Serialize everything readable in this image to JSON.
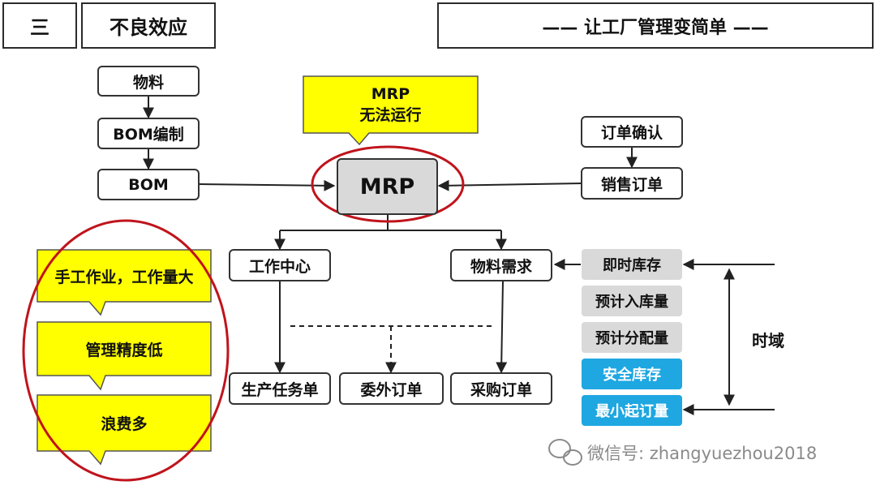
{
  "header": {
    "section_number": "三",
    "section_title": "不良效应",
    "slogan": "—— 让工厂管理变简单 ——"
  },
  "left_flow": [
    "物料",
    "BOM编制",
    "BOM"
  ],
  "callout": {
    "line1": "MRP",
    "line2": "无法运行"
  },
  "center": {
    "mrp": "MRP"
  },
  "right_flow": [
    "订单确认",
    "销售订单"
  ],
  "outputs": {
    "work_center": "工作中心",
    "material_demand": "物料需求",
    "production_order": "生产任务单",
    "outsourcing_order": "委外订单",
    "purchase_order": "采购订单"
  },
  "inventory_items": [
    "即时库存",
    "预计入库量",
    "预计分配量",
    "安全库存",
    "最小起订量"
  ],
  "time_domain": "时域",
  "problems": [
    "手工作业，工作量大",
    "管理精度低",
    "浪费多"
  ],
  "watermark": "微信号: zhangyuezhou2018",
  "colors": {
    "callout_yellow": "#ffff00",
    "highlight_red": "#c0141c",
    "blue_tag": "#1ea7e1",
    "gray_tag": "#d9d9d9"
  }
}
